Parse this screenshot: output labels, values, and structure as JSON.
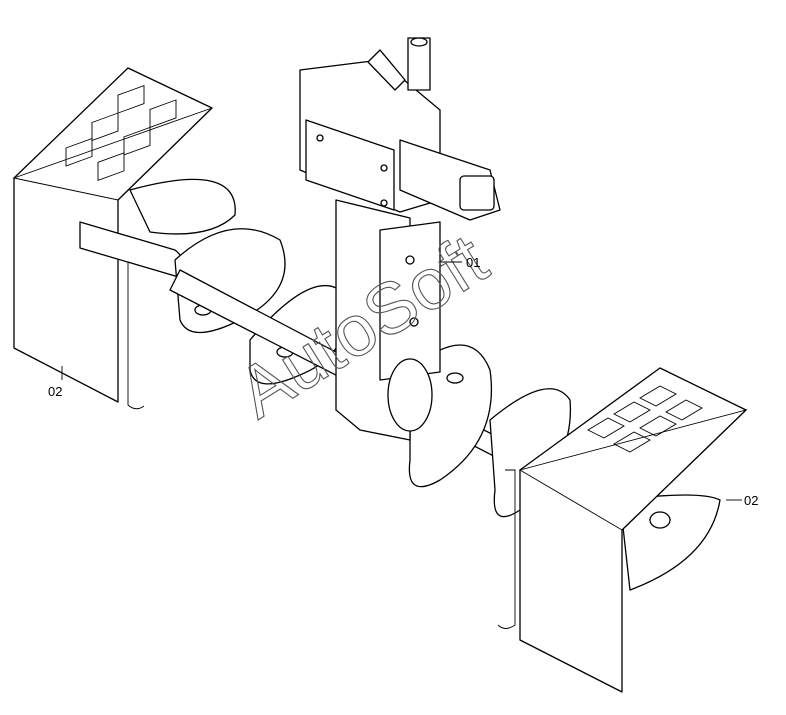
{
  "callouts": {
    "part_01": "01",
    "part_02_left": "02",
    "part_02_right": "02"
  },
  "watermark": "AutoSoft",
  "colors": {
    "line": "#000000",
    "background": "#ffffff",
    "watermark": "#555555"
  }
}
